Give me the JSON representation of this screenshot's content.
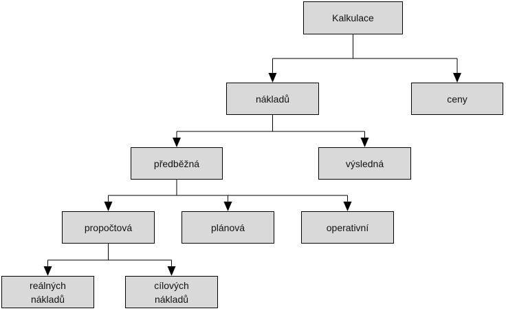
{
  "colors": {
    "node_fill": "#d9d9d9",
    "line": "#000000",
    "background": "#ffffff"
  },
  "nodes": {
    "kalkulace": "Kalkulace",
    "nakladu": "nákladů",
    "ceny": "ceny",
    "predbezna": "předběžná",
    "vysledna": "výsledná",
    "propoctova": "propočtová",
    "planova": "plánová",
    "operativni": "operativní",
    "realnych": "reálných\nnákladů",
    "cilovych": "cílových\nnákladů"
  },
  "edges": [
    {
      "from": "kalkulace",
      "to": "nakladu"
    },
    {
      "from": "kalkulace",
      "to": "ceny"
    },
    {
      "from": "nakladu",
      "to": "predbezna"
    },
    {
      "from": "nakladu",
      "to": "vysledna"
    },
    {
      "from": "predbezna",
      "to": "propoctova"
    },
    {
      "from": "predbezna",
      "to": "planova"
    },
    {
      "from": "predbezna",
      "to": "operativni"
    },
    {
      "from": "propoctova",
      "to": "realnych"
    },
    {
      "from": "propoctova",
      "to": "cilovych"
    }
  ]
}
